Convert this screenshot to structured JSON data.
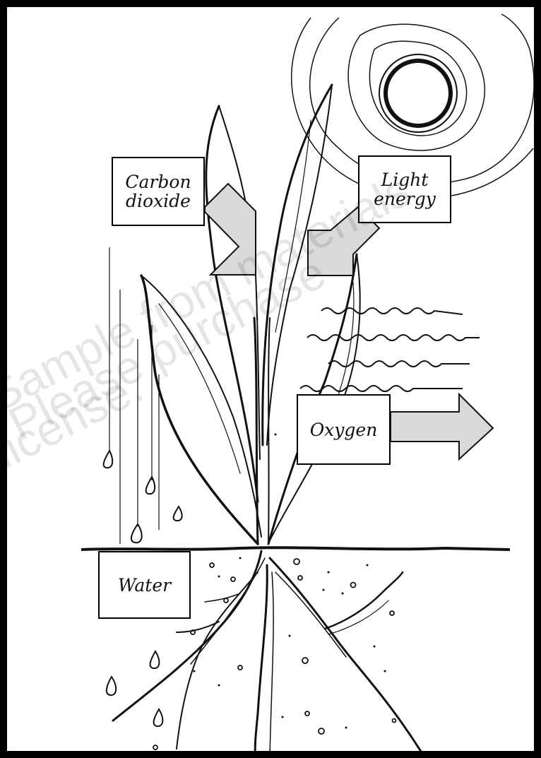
{
  "labels": {
    "carbon_dioxide": "Carbon\ndioxide",
    "light_energy": "Light\nenergy",
    "oxygen": "Oxygen",
    "water": "Water"
  },
  "watermark": {
    "line1": "Sample from materials",
    "line2": "Please purchase",
    "line3": "license."
  },
  "colors": {
    "frame": "#000000",
    "arrow_fill": "#d9d9d9",
    "ink": "#111111"
  }
}
